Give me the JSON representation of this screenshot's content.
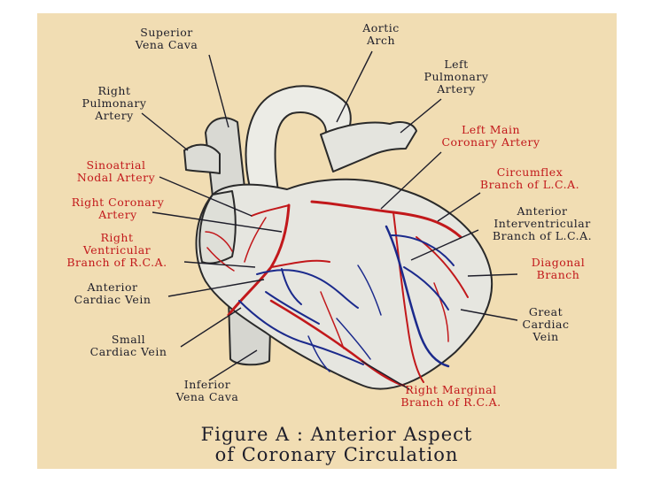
{
  "labels": {
    "superior_vena_cava": "Superior\nVena Cava",
    "aortic_arch": "Aortic\nArch",
    "left_pulmonary_artery": "Left\nPulmonary\nArtery",
    "right_pulmonary_artery": "Right\nPulmonary\nArtery",
    "left_main_coronary_artery": "Left Main\nCoronary Artery",
    "sinoatrial_nodal_artery": "Sinoatrial\nNodal Artery",
    "circumflex_branch": "Circumflex\nBranch of L.C.A.",
    "right_coronary_artery": "Right Coronary\nArtery",
    "anterior_interventricular_branch": "Anterior\nInterventricular\nBranch of L.C.A.",
    "right_ventricular_branch": "Right\nVentricular\nBranch of R.C.A.",
    "diagonal_branch": "Diagonal\nBranch",
    "anterior_cardiac_vein": "Anterior\nCardiac Vein",
    "great_cardiac_vein": "Great\nCardiac\nVein",
    "small_cardiac_vein": "Small\nCardiac Vein",
    "inferior_vena_cava": "Inferior\nVena Cava",
    "right_marginal_branch": "Right Marginal\nBranch of R.C.A."
  },
  "caption": {
    "line1": "Figure A : Anterior Aspect",
    "line2": "of Coronary Circulation"
  },
  "colors": {
    "background": "#f1ddb3",
    "artery": "#c2181b",
    "vein": "#1b2a8c",
    "heart": "#e6e6e0",
    "outline": "#2a2a2a",
    "label_black": "#1e1e2a",
    "label_red": "#c2181b"
  }
}
